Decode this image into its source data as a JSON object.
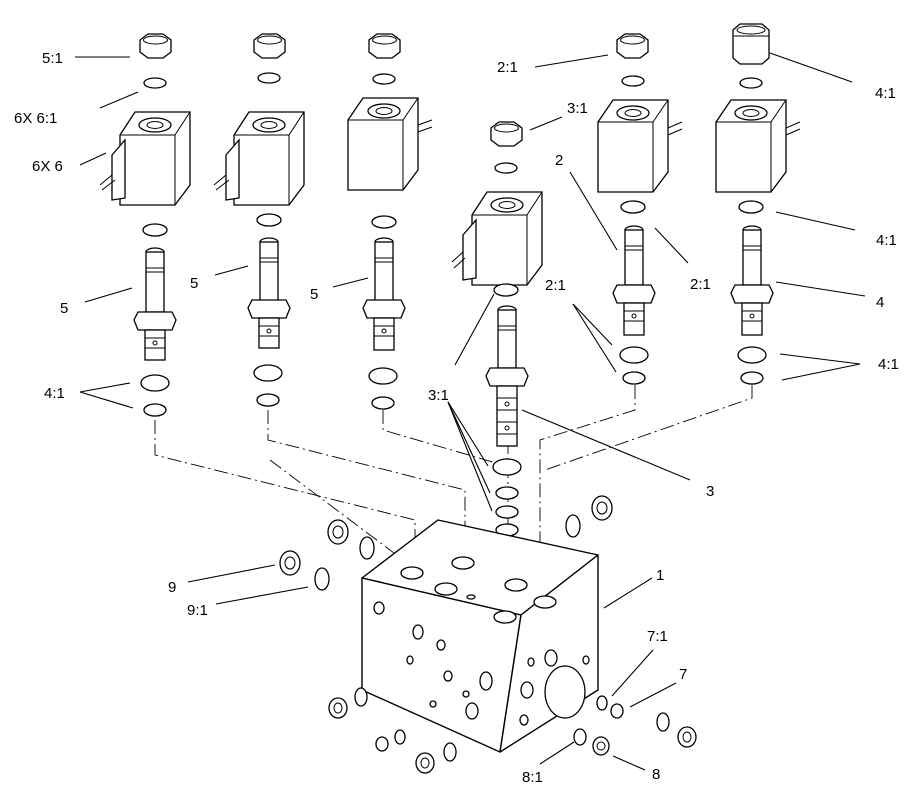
{
  "callouts": {
    "l_5_1": "5:1",
    "l_6x_6_1": "6X 6:1",
    "l_6x_6": "6X 6",
    "l_5_a": "5",
    "l_5_b": "5",
    "l_5_c": "5",
    "l_4_1_left": "4:1",
    "l_3_1_top": "3:1",
    "l_3_1_mid": "3:1",
    "l_2_1_top": "2:1",
    "l_2_a": "2",
    "l_2_1_left": "2:1",
    "l_2_1_right": "2:1",
    "l_4_1_top": "4:1",
    "l_4_1_upper": "4:1",
    "l_4": "4",
    "l_4_1_lower": "4:1",
    "l_3": "3",
    "l_1": "1",
    "l_9": "9",
    "l_9_1": "9:1",
    "l_7_1": "7:1",
    "l_7": "7",
    "l_8_1": "8:1",
    "l_8": "8"
  }
}
